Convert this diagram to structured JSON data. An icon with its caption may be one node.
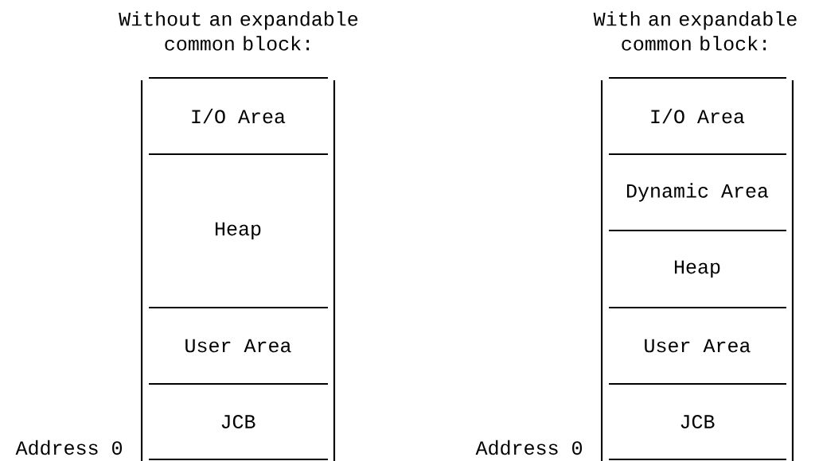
{
  "diagram": {
    "nodes": [
      {
        "text": [
          "Without an expandable common block:"
        ]
      },
      {
        "text": [
          "I/O Area"
        ],
        "in": 0
      },
      {
        "text": [
          "Heap"
        ],
        "in": 0
      },
      {
        "text": [
          "User Area"
        ],
        "in": 0
      },
      {
        "text": [
          "JCB"
        ],
        "in": 0
      },
      {
        "text": [
          "With an expandable common block:"
        ]
      },
      {
        "text": [
          "I/O Area"
        ],
        "in": 5
      },
      {
        "text": [
          "Dynamic Area"
        ],
        "in": 5
      },
      {
        "text": [
          "Heap"
        ],
        "in": 5
      },
      {
        "text": [
          "User Area"
        ],
        "in": 5
      },
      {
        "text": [
          "JCB"
        ],
        "in": 5
      }
    ],
    "labels": [
      "Address 0",
      "Address 0"
    ]
  }
}
